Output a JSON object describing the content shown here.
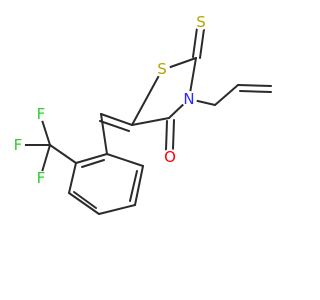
{
  "atoms": {
    "s_ring": "S",
    "s_thione": "S",
    "n": "N",
    "o": "O",
    "f1": "F",
    "f2": "F",
    "f3": "F"
  },
  "colors": {
    "bond": "#2b2b2b",
    "sulfur": "#b5a400",
    "nitrogen": "#2a2aff",
    "oxygen": "#ff0000",
    "fluorine": "#2ecc2e"
  }
}
